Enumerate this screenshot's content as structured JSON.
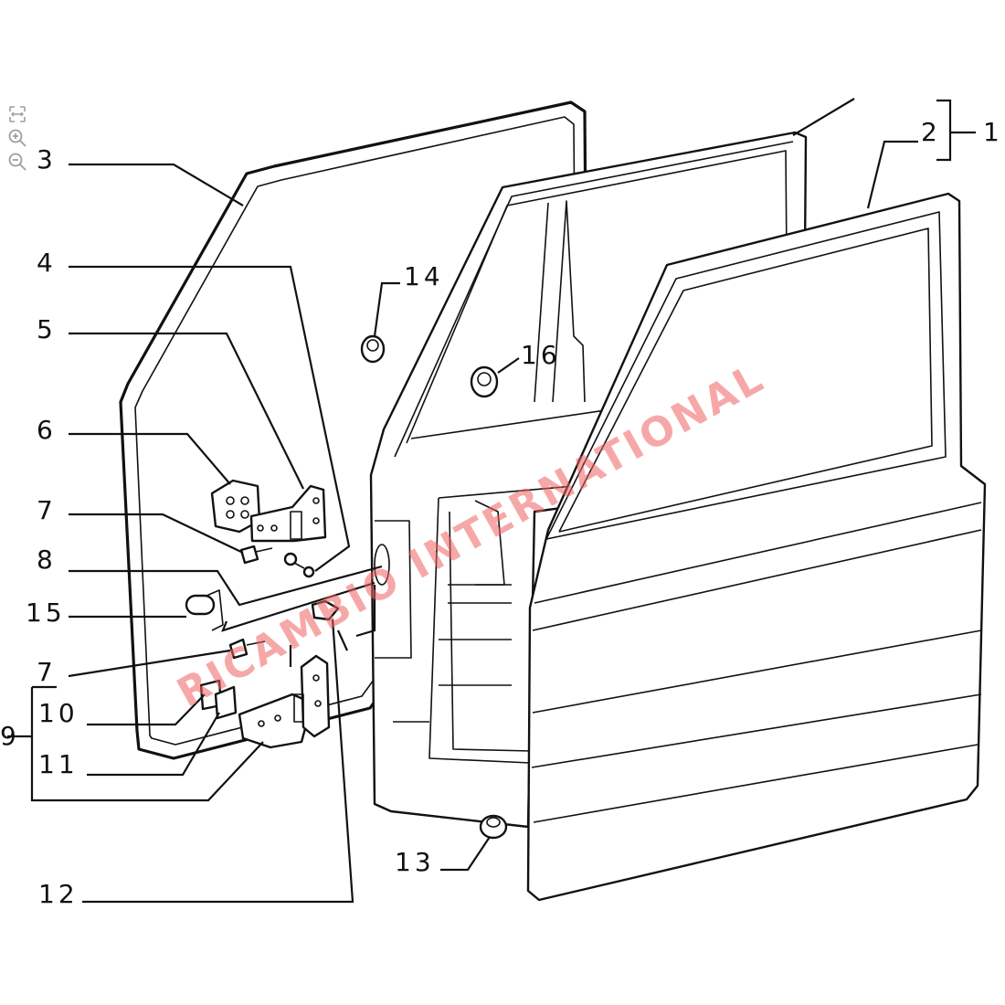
{
  "toolbar": {
    "icons": [
      "fit-icon",
      "zoom-in-icon",
      "zoom-out-icon"
    ],
    "color": "#9e9e9e"
  },
  "diagram": {
    "watermark": "RICAMBIO INTERNATIONAL",
    "callouts": {
      "c1": "1",
      "c2": "2",
      "c3": "3",
      "c4": "4",
      "c5": "5",
      "c6": "6",
      "c7a": "7",
      "c8": "8",
      "c15": "15",
      "c7b": "7",
      "c9": "9",
      "c10": "10",
      "c11": "11",
      "c12": "12",
      "c13": "13",
      "c14": "14",
      "c16": "16"
    },
    "watermark_color": "#f06262"
  }
}
